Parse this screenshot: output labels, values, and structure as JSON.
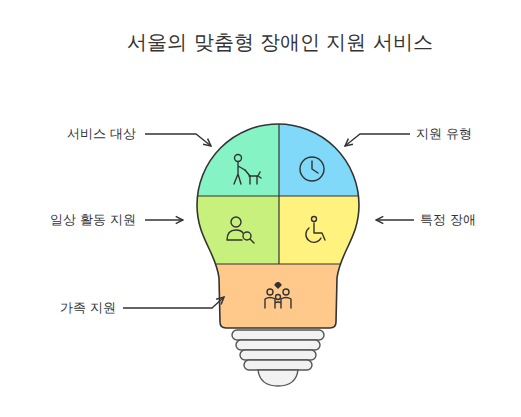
{
  "diagram": {
    "title": "서울의 맞춤형 장애인 지원 서비스",
    "labels": [
      "서비스 대상",
      "지원 유형",
      "일상 활동 지원",
      "특정 장애",
      "가족 지원"
    ]
  }
}
